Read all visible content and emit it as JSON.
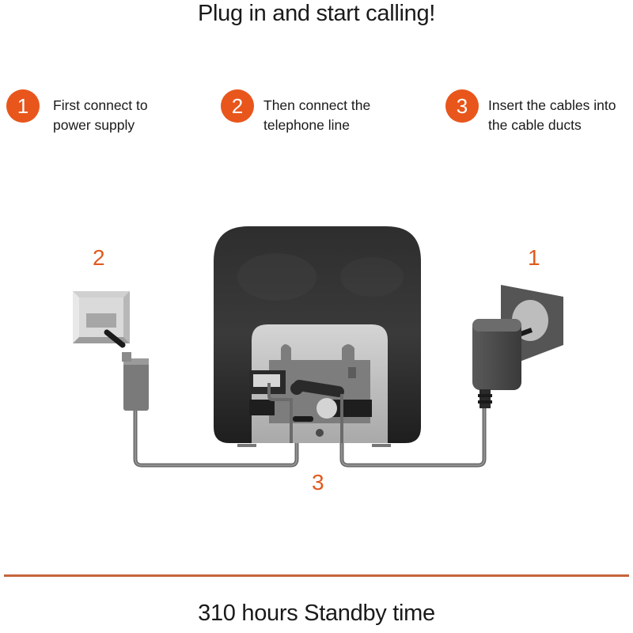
{
  "header": {
    "title": "Plug in and start calling!"
  },
  "steps": [
    {
      "number": "1",
      "line1": "First connect to",
      "line2": "power supply"
    },
    {
      "number": "2",
      "line1": "Then connect the",
      "line2": "telephone line"
    },
    {
      "number": "3",
      "line1": "Insert the cables into",
      "line2": "the cable ducts"
    }
  ],
  "illustration": {
    "label_phone_jack": "2",
    "label_power_outlet": "1",
    "label_cable_ducts": "3",
    "icons": [
      "telephone-wall-jack-icon",
      "power-adapter-icon",
      "phone-base-station-icon",
      "cable-icon"
    ]
  },
  "footer": {
    "text": "310 hours Standby time"
  },
  "colors": {
    "accent": "#e8561c",
    "divider": "#c6643a",
    "text": "#1a1a1a"
  }
}
